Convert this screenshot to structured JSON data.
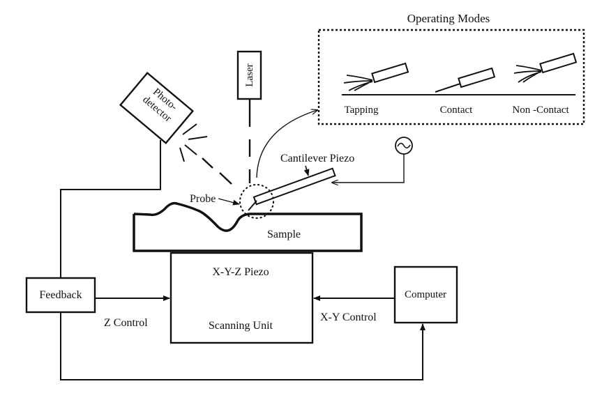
{
  "diagram": {
    "operating_modes": {
      "title": "Operating Modes",
      "modes": [
        "Tapping",
        "Contact",
        "Non -Contact"
      ]
    },
    "labels": {
      "photodetector_line1": "Photo-",
      "photodetector_line2": "detector",
      "laser": "Laser",
      "cantilever_piezo": "Cantilever Piezo",
      "probe": "Probe",
      "sample": "Sample",
      "xyz_piezo": "X-Y-Z Piezo",
      "scanning_unit": "Scanning Unit",
      "feedback": "Feedback",
      "computer": "Computer",
      "z_control": "Z Control",
      "xy_control": "X-Y Control"
    },
    "signal_source_icon": "sine-wave-icon"
  }
}
